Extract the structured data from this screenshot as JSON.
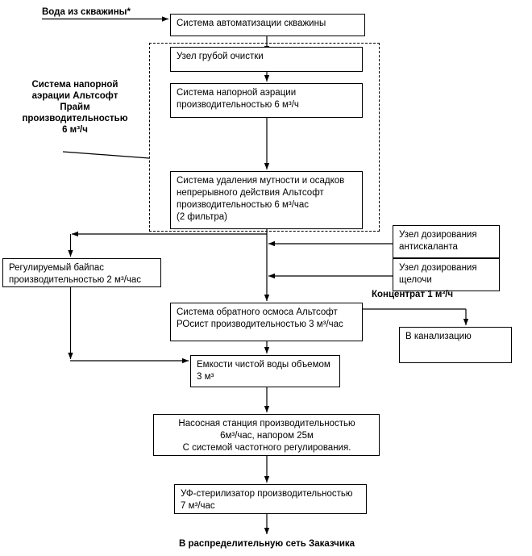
{
  "diagram": {
    "title_label_source": "Вода из скважины*",
    "group_label": {
      "line1": "Система напорной",
      "line2": "аэрации Альтсофт",
      "line3": "Прайм",
      "line4": "производительностью",
      "line5": "6 м³/ч"
    },
    "concentrate_label": "Концентрат 1 м³/ч",
    "output_label": "В распределительную сеть Заказчика",
    "nodes": {
      "well_automation": "Система автоматизации скважины",
      "coarse_filter": "Узел грубой очистки",
      "aeration_line1": "Система    напорной    аэрации",
      "aeration_line2": "производительностью 6 м³/ч",
      "turbidity_line1": "Система удаления мутности и осадков",
      "turbidity_line2": "непрерывного    действия    Альтсофт",
      "turbidity_line3": "производительностью 6 м³/час",
      "turbidity_line4": "(2 фильтра)",
      "bypass_line1": "Регулируемый                 байпас",
      "bypass_line2": "производительностью 2 м³/час",
      "antiscalant_line1": "Узел      дозирования",
      "antiscalant_line2": "антискаланта",
      "alkali_line1": "Узел дозирования",
      "alkali_line2": "щелочи",
      "reverse_osmosis_line1": "Система обратного осмоса Альтсофт",
      "reverse_osmosis_line2": "РОсист производительностью 3 м³/час",
      "sewer": "В канализацию",
      "clean_water_line1": "Емкости чистой воды объемом",
      "clean_water_line2": "3 м³",
      "pump_station_line1": "Насосная станция производительностью",
      "pump_station_line2": "6м³/час, напором 25м",
      "pump_station_line3": "С системой частотного регулирования.",
      "uv_line1": "УФ-стерилизатор   производительностью",
      "uv_line2": "7 м³/час"
    },
    "colors": {
      "line": "#000000",
      "box_fill": "#ffffff",
      "text": "#000000"
    }
  }
}
